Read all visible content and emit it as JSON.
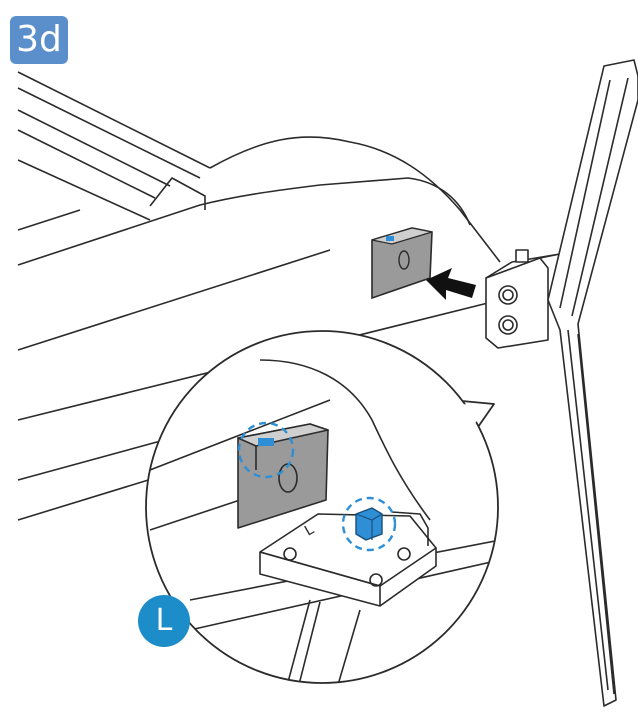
{
  "step_label": "3d",
  "side_label": "L",
  "zoom_plate_letter": "L",
  "colors": {
    "badge": "#5B8FCB",
    "side_badge": "#1C8DC9",
    "line": "#2b2b2b",
    "accent": "#2E8FD6",
    "slot_fill": "#9a9a9a",
    "arrow": "#111111"
  }
}
